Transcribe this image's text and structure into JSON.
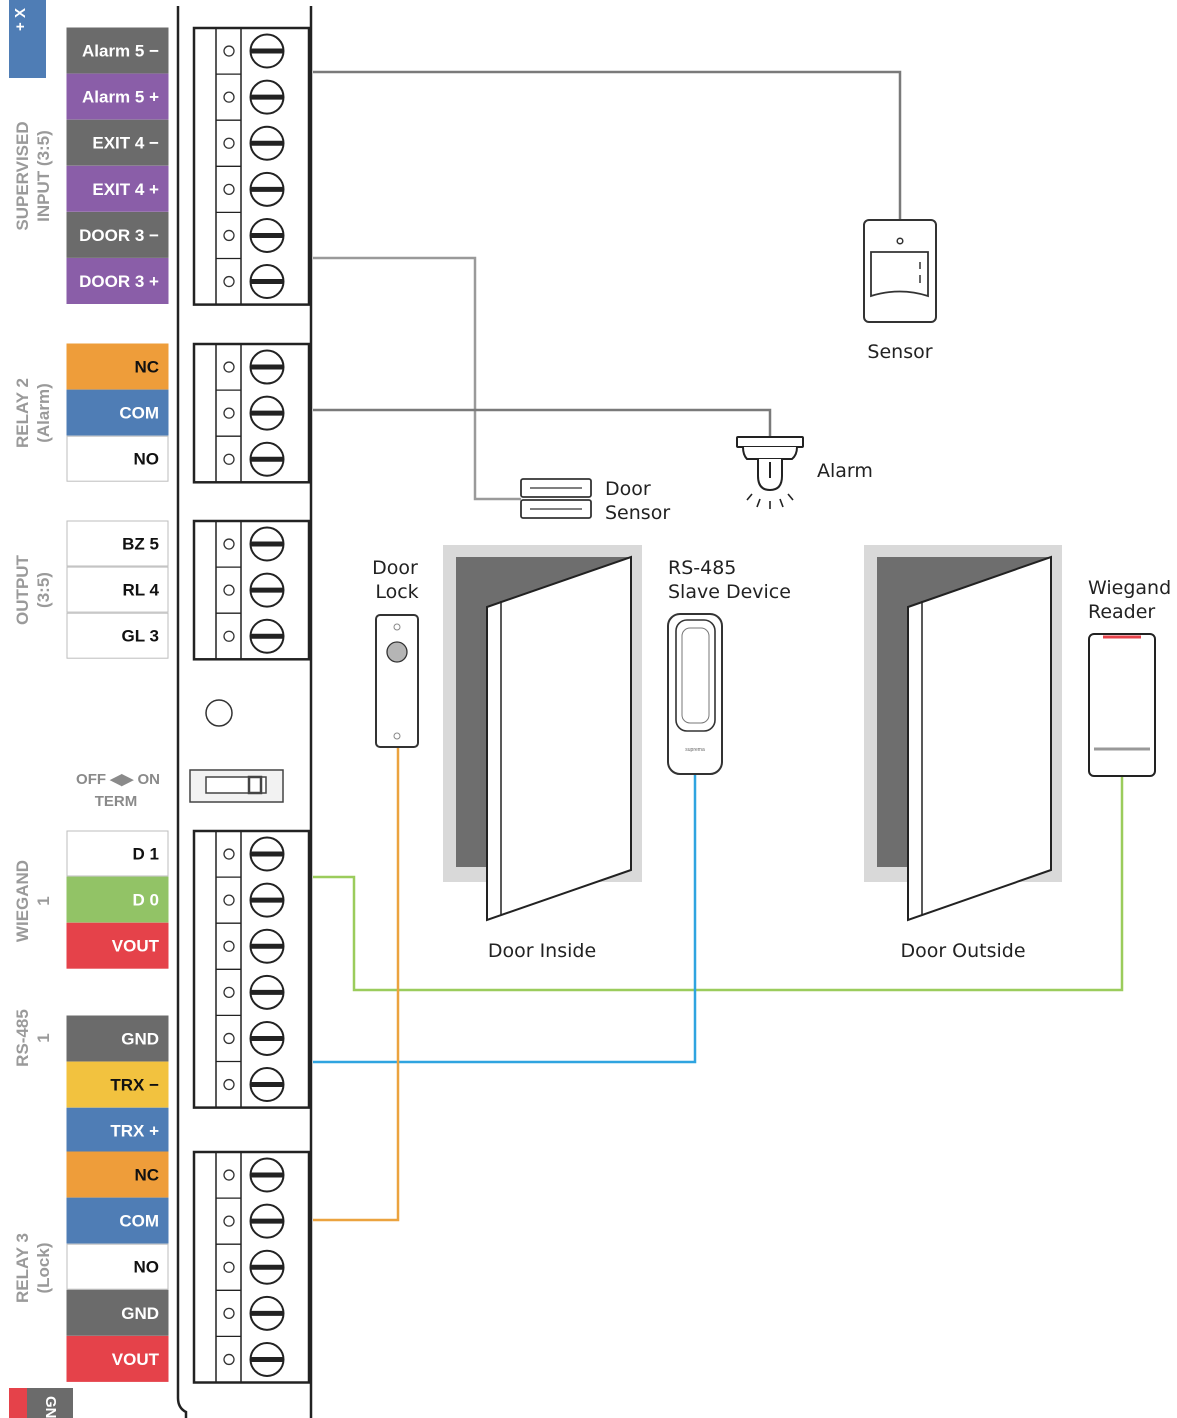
{
  "colors": {
    "dark_gray": "#6b6b6b",
    "purple": "#8a5ea8",
    "orange": "#ee9d3a",
    "blue": "#4f7db5",
    "green": "#92c366",
    "red": "#e5424a",
    "yellow": "#f2c23f",
    "white": "#ffffff",
    "wire_gray": "#7a7a7a",
    "wire_orange": "#eba33f",
    "wire_blue": "#2fa4e0",
    "wire_green": "#9bcc5c"
  },
  "top_fragment": {
    "label": "+ X"
  },
  "bottom_fragment": {
    "label": "GN"
  },
  "groups": [
    {
      "id": "supervised",
      "label_lines": [
        "SUPERVISED",
        "INPUT (3:5)"
      ],
      "pins": [
        {
          "label": "Alarm 5 −",
          "bg": "dark_gray"
        },
        {
          "label": "Alarm 5 +",
          "bg": "purple"
        },
        {
          "label": "EXIT 4 −",
          "bg": "dark_gray"
        },
        {
          "label": "EXIT 4 +",
          "bg": "purple"
        },
        {
          "label": "DOOR 3 −",
          "bg": "dark_gray"
        },
        {
          "label": "DOOR 3 +",
          "bg": "purple"
        }
      ]
    },
    {
      "id": "relay2",
      "label_lines": [
        "RELAY 2",
        "(Alarm)"
      ],
      "pins": [
        {
          "label": "NC",
          "bg": "orange"
        },
        {
          "label": "COM",
          "bg": "blue"
        },
        {
          "label": "NO",
          "bg": "white"
        }
      ]
    },
    {
      "id": "output",
      "label_lines": [
        "OUTPUT",
        "(3:5)"
      ],
      "pins": [
        {
          "label": "BZ 5",
          "bg": "white"
        },
        {
          "label": "RL 4",
          "bg": "white"
        },
        {
          "label": "GL 3",
          "bg": "white"
        }
      ]
    },
    {
      "id": "wiegand",
      "label_lines": [
        "WIEGAND",
        "1"
      ],
      "pins": [
        {
          "label": "D 1",
          "bg": "white"
        },
        {
          "label": "D 0",
          "bg": "green"
        },
        {
          "label": "VOUT",
          "bg": "red"
        }
      ]
    },
    {
      "id": "rs485",
      "label_lines": [
        "RS-485",
        "1"
      ],
      "pins": [
        {
          "label": "GND",
          "bg": "dark_gray"
        },
        {
          "label": "TRX −",
          "bg": "yellow"
        },
        {
          "label": "TRX +",
          "bg": "blue"
        }
      ]
    },
    {
      "id": "relay3",
      "label_lines": [
        "RELAY 3",
        "(Lock)"
      ],
      "pins": [
        {
          "label": "NC",
          "bg": "orange"
        },
        {
          "label": "COM",
          "bg": "blue"
        },
        {
          "label": "NO",
          "bg": "white"
        },
        {
          "label": "GND",
          "bg": "dark_gray"
        },
        {
          "label": "VOUT",
          "bg": "red"
        }
      ]
    }
  ],
  "term_switch": {
    "label_line1": "OFF ◀▶ ON",
    "label_line2": "TERM"
  },
  "devices": {
    "sensor": {
      "label": "Sensor"
    },
    "alarm": {
      "label": "Alarm"
    },
    "door_sensor": {
      "label_lines": [
        "Door",
        "Sensor"
      ]
    },
    "door_lock": {
      "label_lines": [
        "Door",
        "Lock"
      ]
    },
    "rs485_slave": {
      "label_lines": [
        "RS-485",
        "Slave Device"
      ],
      "brand": "suprema"
    },
    "wiegand_reader": {
      "label_lines": [
        "Wiegand",
        "Reader"
      ]
    },
    "door_inside": {
      "label": "Door Inside"
    },
    "door_outside": {
      "label": "Door Outside"
    }
  }
}
